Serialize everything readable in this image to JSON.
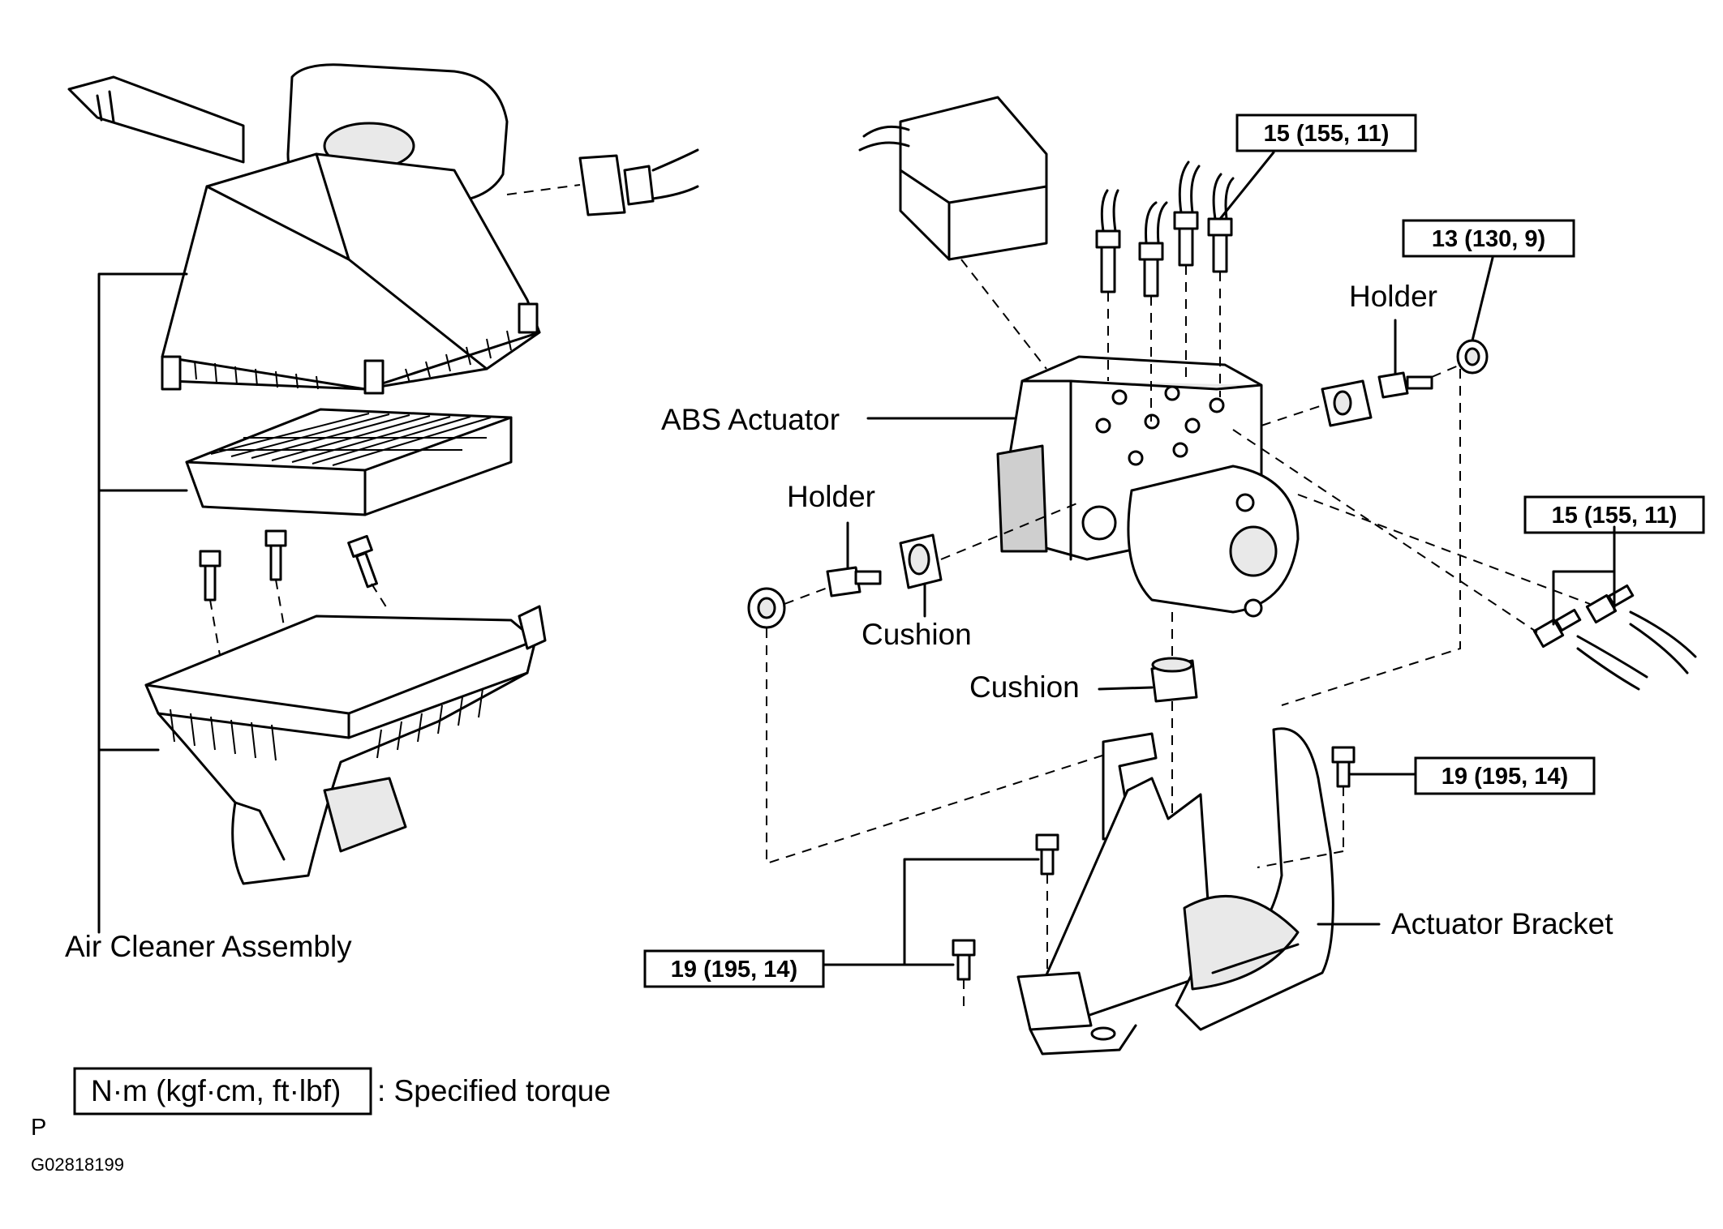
{
  "labels": {
    "air_cleaner_assembly": "Air Cleaner Assembly",
    "abs_actuator": "ABS Actuator",
    "holder_left": "Holder",
    "holder_right": "Holder",
    "cushion_left": "Cushion",
    "cushion_bottom": "Cushion",
    "actuator_bracket": "Actuator Bracket"
  },
  "torque_specs": {
    "brake_lines_top": "15 (155, 11)",
    "holder_nut": "13 (130, 9)",
    "brake_lines_right": "15 (155, 11)",
    "bracket_bolt_right": "19 (195, 14)",
    "bracket_bolts_left": "19 (195, 14)"
  },
  "legend": {
    "unit": "N·m (kgf·cm, ft·lbf)",
    "description": ": Specified torque"
  },
  "corner_letter": "P",
  "figure_code": "G02818199"
}
